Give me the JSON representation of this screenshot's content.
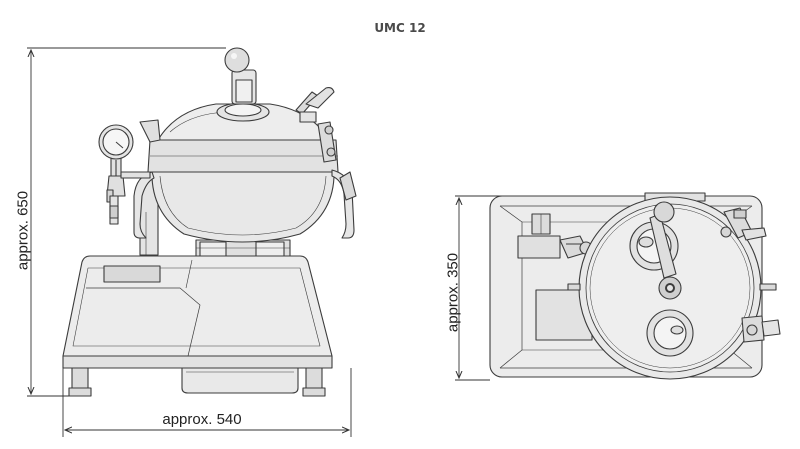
{
  "title": "UMC 12",
  "dimensions": {
    "front_height": "approx. 650",
    "front_width": "approx. 540",
    "top_height": "approx. 350"
  },
  "colors": {
    "body_fill": "#e6e6e6",
    "outline": "#3c3c3c",
    "dimension_line": "#333333"
  }
}
